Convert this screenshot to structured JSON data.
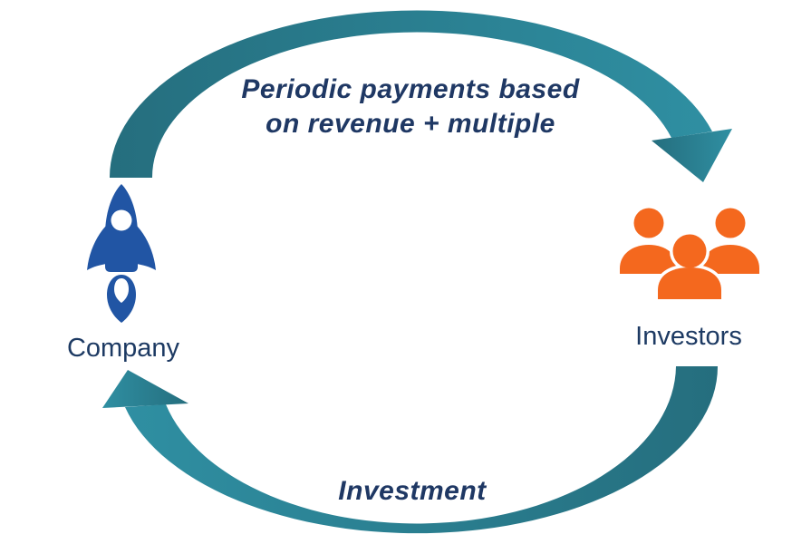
{
  "diagram_type": "cycle",
  "nodes": {
    "company": {
      "label": "Company",
      "icon": "rocket"
    },
    "investors": {
      "label": "Investors",
      "icon": "people-group"
    }
  },
  "flows": {
    "payments": {
      "from": "Company",
      "to": "Investors",
      "position": "top",
      "label": "Periodic payments based\non revenue + multiple"
    },
    "investment": {
      "from": "Investors",
      "to": "Company",
      "position": "bottom",
      "label": "Investment"
    }
  },
  "colors": {
    "arrow_teal_dark": "#256E7E",
    "arrow_teal_light": "#2F8FA2",
    "rocket_blue": "#2155A4",
    "people_orange": "#F4681E",
    "text_navy": "#1F3864",
    "background": "#FFFFFF"
  }
}
